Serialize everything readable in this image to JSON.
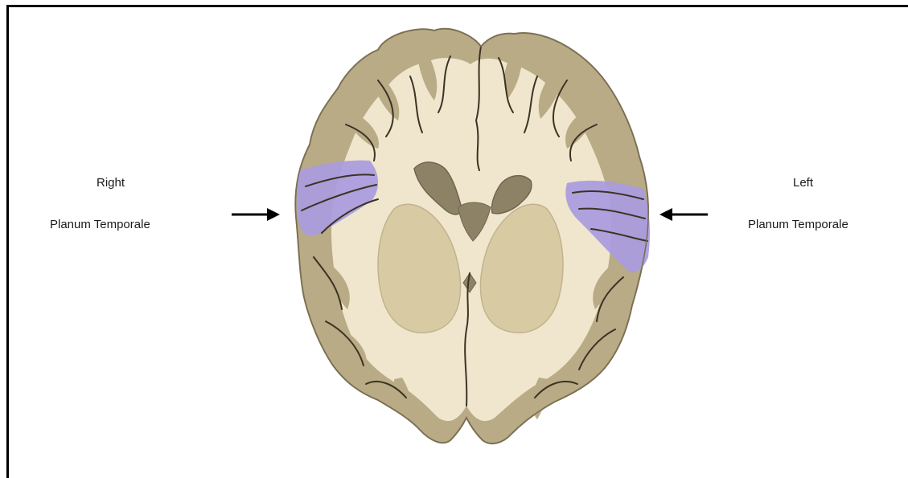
{
  "labels": {
    "right_side": "Right",
    "right_region": "Planum Temporale",
    "left_side": "Left",
    "left_region": "Planum Temporale"
  },
  "colors": {
    "frame": "#000000",
    "gray_matter": "#b8ab86",
    "gray_matter_dark": "#9f9170",
    "white_matter": "#efe6cd",
    "deep_structure": "#d8caa2",
    "ventricle": "#8e8266",
    "sulcus_line": "#3b3323",
    "highlight": "#a99be0",
    "arrow": "#000000"
  },
  "icons": {
    "right_pointer": "arrow-right-icon",
    "left_pointer": "arrow-left-icon"
  }
}
